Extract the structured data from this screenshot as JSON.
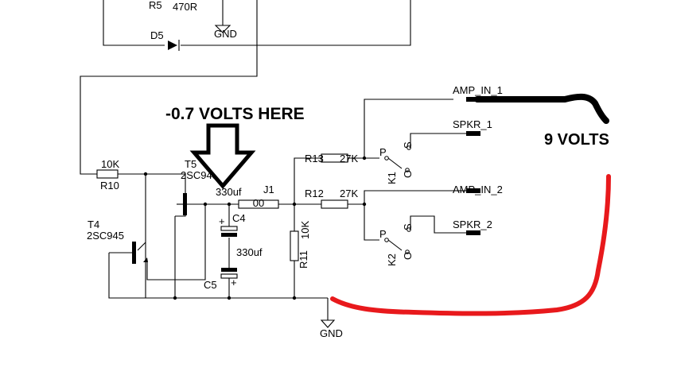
{
  "annotations": {
    "arrow_label": "-0.7 VOLTS HERE",
    "voltage_label": "9 VOLTS"
  },
  "components": {
    "r5": {
      "ref": "R5",
      "value": "470R"
    },
    "d5": {
      "ref": "D5"
    },
    "r10": {
      "ref": "R10",
      "value": "10K"
    },
    "t5": {
      "ref": "T5",
      "part": "2SC945"
    },
    "t4": {
      "ref": "T4",
      "part": "2SC945"
    },
    "c4": {
      "ref": "C4",
      "value": "330uf"
    },
    "c5": {
      "ref": "C5",
      "value": "330uf"
    },
    "j1": {
      "ref": "J1",
      "value": "00"
    },
    "r13": {
      "ref": "R13",
      "value": "27K"
    },
    "r12": {
      "ref": "R12",
      "value": "27K"
    },
    "r11": {
      "ref": "R11",
      "value": "10K"
    },
    "k1": {
      "ref": "K1",
      "p": "P",
      "s": "S",
      "o": "O"
    },
    "k2": {
      "ref": "K2",
      "p": "P",
      "s": "S",
      "o": "O"
    }
  },
  "nets": {
    "gnd_top": "GND",
    "gnd_bottom": "GND",
    "amp_in_1": "AMP_IN_1",
    "spkr_1": "SPKR_1",
    "amp_in_2": "AMP_IN_2",
    "spkr_2": "SPKR_2"
  },
  "colors": {
    "annotation_red": "#e8191c",
    "annotation_black": "#000000"
  }
}
